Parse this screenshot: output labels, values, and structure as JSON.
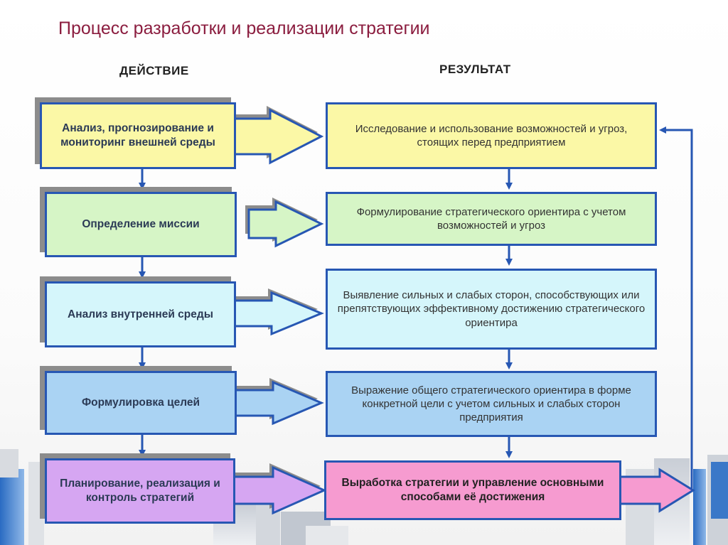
{
  "title": "Процесс разработки и реализации стратегии",
  "headers": {
    "action": "ДЕЙСТВИЕ",
    "result": "РЕЗУЛЬТАТ"
  },
  "rows": [
    {
      "action": "Анализ, прогнозирование и мониторинг внешней среды",
      "result": "Исследование и использование возможностей и угроз, стоящих перед предприятием",
      "action_color": "#fbf8a6",
      "result_color": "#fbf8a6"
    },
    {
      "action": "Определение миссии",
      "result": "Формулирование стратегического ориентира с учетом возможностей и угроз",
      "action_color": "#d6f5c6",
      "result_color": "#d6f5c6"
    },
    {
      "action": "Анализ внутренней среды",
      "result": "Выявление сильных и слабых сторон, способствующих или препятствующих эффективному достижению стратегического ориентира",
      "action_color": "#d5f6fb",
      "result_color": "#d5f6fb"
    },
    {
      "action": "Формулировка целей",
      "result": "Выражение общего стратегического ориентира в форме конкретной цели с учетом сильных и слабых сторон предприятия",
      "action_color": "#aad3f3",
      "result_color": "#aad3f3"
    },
    {
      "action": "Планирование, реализация и контроль стратегий",
      "result": "Выработка стратегии и управление основными способами её достижения",
      "action_color": "#d6a6f2",
      "result_color": "#f69bd0"
    }
  ],
  "colors": {
    "border": "#2757b3",
    "title": "#8b1d3f",
    "connector": "#2757b3",
    "shadow": "#8c8c8c"
  }
}
